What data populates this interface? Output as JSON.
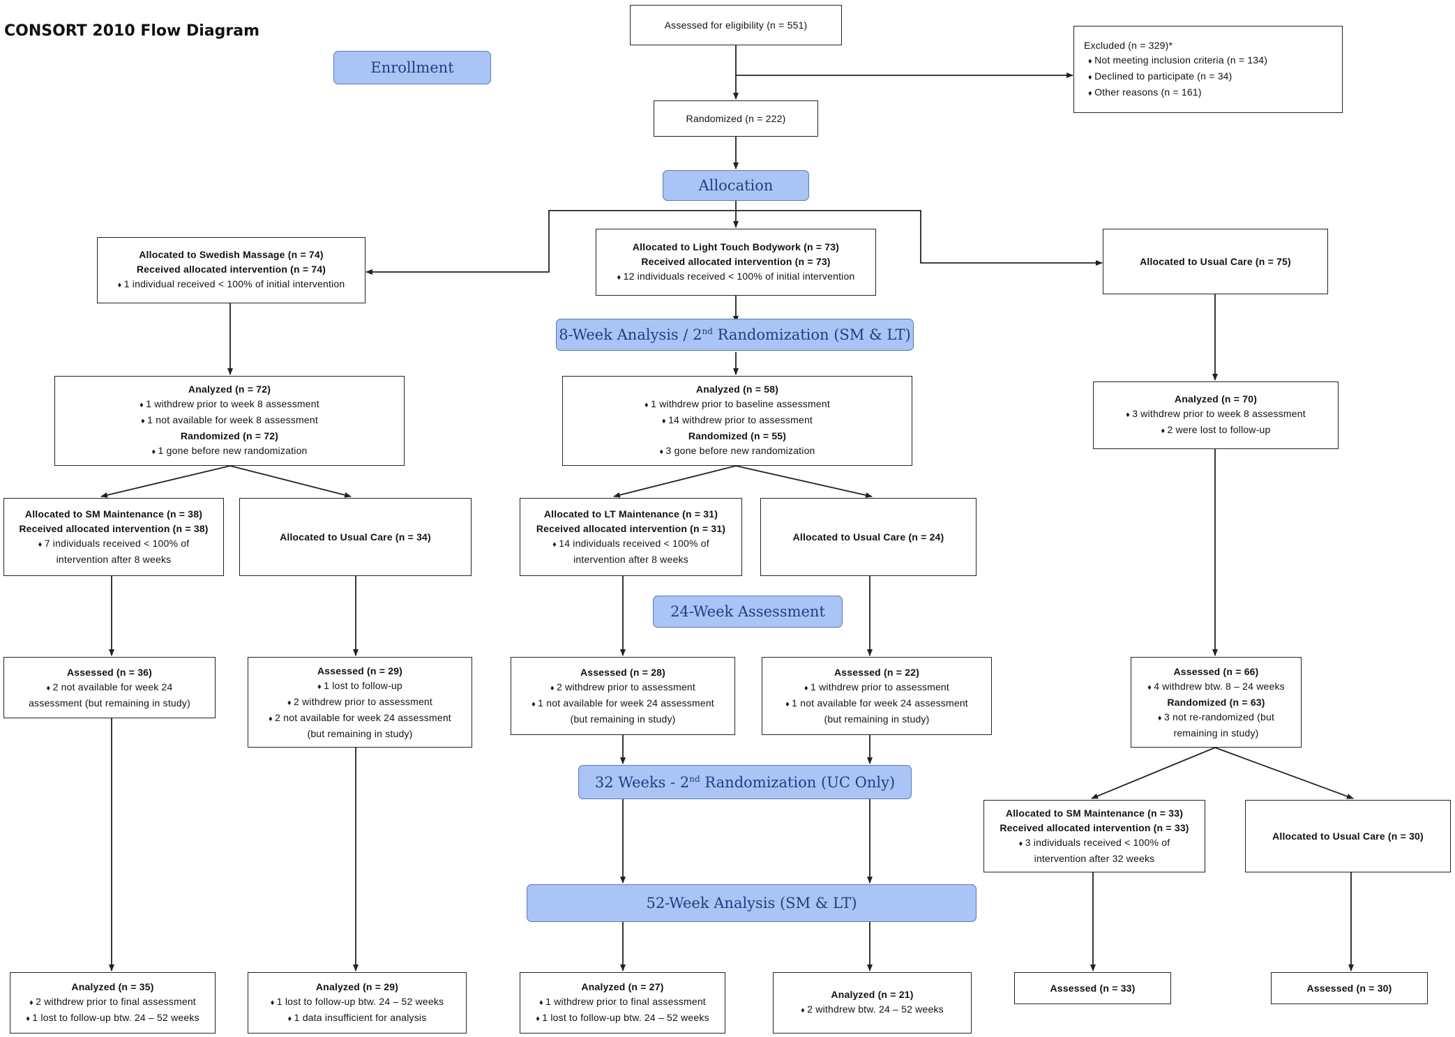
{
  "title": "CONSORT 2010 Flow Diagram",
  "stages": {
    "enrollment": "Enrollment",
    "allocation": "Allocation",
    "week8_pre": "8-Week Analysis / 2",
    "week8_sup": "nd",
    "week8_post": " Randomization (SM & LT)",
    "week24": "24-Week Assessment",
    "week32_pre": "32 Weeks - 2",
    "week32_sup": "nd",
    "week32_post": " Randomization (UC Only)",
    "week52": "52-Week Analysis (SM & LT)"
  },
  "boxes": {
    "assessed": [
      "Assessed for eligibility (n = 551)"
    ],
    "excluded": [
      "Excluded  (n = 329)*",
      "Not meeting inclusion criteria (n = 134)",
      "Declined to participate (n = 34)",
      "Other reasons (n = 161)"
    ],
    "randomized": [
      "Randomized (n = 222)"
    ],
    "alloc_sm": [
      "Allocated to Swedish Massage (n = 74)",
      "Received allocated intervention (n = 74)",
      "1 individual received < 100% of initial intervention"
    ],
    "alloc_lt": [
      "Allocated to Light Touch Bodywork (n = 73)",
      "Received allocated intervention (n = 73)",
      "12 individuals received < 100% of initial intervention"
    ],
    "alloc_uc": [
      "Allocated to Usual Care (n = 75)"
    ],
    "an_sm": [
      "Analyzed (n = 72)",
      "1 withdrew prior to week 8 assessment",
      "1 not available for week 8 assessment",
      "Randomized (n = 72)",
      "1 gone before new randomization"
    ],
    "an_lt": [
      "Analyzed (n = 58)",
      "1 withdrew prior to baseline assessment",
      "14 withdrew prior to assessment",
      "Randomized (n = 55)",
      "3 gone before new randomization"
    ],
    "an_uc": [
      "Analyzed (n = 70)",
      "3 withdrew prior to week 8 assessment",
      "2 were lost to follow-up"
    ],
    "sm_maint": [
      "Allocated to SM Maintenance (n = 38)",
      "Received allocated intervention (n = 38)",
      "7 individuals received < 100% of",
      "intervention after 8 weeks"
    ],
    "sm_uc": [
      "Allocated to Usual Care (n = 34)"
    ],
    "lt_maint": [
      "Allocated to LT Maintenance (n = 31)",
      "Received allocated intervention (n = 31)",
      "14 individuals received < 100% of",
      "intervention after 8 weeks"
    ],
    "lt_uc": [
      "Allocated to Usual Care (n = 24)"
    ],
    "as_sm_maint": [
      "Assessed (n = 36)",
      "2 not available for week 24",
      "assessment (but remaining in study)"
    ],
    "as_sm_uc": [
      "Assessed (n = 29)",
      "1 lost to follow-up",
      "2 withdrew prior to assessment",
      "2 not available for week 24 assessment",
      "(but remaining in study)"
    ],
    "as_lt_maint": [
      "Assessed (n = 28)",
      "2 withdrew prior to assessment",
      "1 not available for week 24 assessment",
      "(but remaining in study)"
    ],
    "as_lt_uc": [
      "Assessed (n = 22)",
      "1 withdrew prior to assessment",
      "1 not available for week 24 assessment",
      "(but remaining in study)"
    ],
    "as_uc": [
      "Assessed (n = 66)",
      "4 withdrew btw. 8 – 24 weeks",
      "Randomized (n = 63)",
      "3 not re-randomized (but",
      "remaining in study)"
    ],
    "uc_sm_maint": [
      "Allocated to SM Maintenance (n = 33)",
      "Received allocated intervention (n = 33)",
      "3 individuals received < 100% of",
      "intervention after 32 weeks"
    ],
    "uc_uc": [
      "Allocated to Usual Care (n = 30)"
    ],
    "fin_sm_maint": [
      "Analyzed (n = 35)",
      "2 withdrew prior to final assessment",
      "1 lost to follow-up btw. 24 – 52 weeks"
    ],
    "fin_sm_uc": [
      "Analyzed (n = 29)",
      "1 lost to follow-up btw. 24 – 52 weeks",
      "1 data insufficient for analysis"
    ],
    "fin_lt_maint": [
      "Analyzed (n = 27)",
      "1 withdrew prior to final assessment",
      "1 lost to follow-up btw. 24 – 52 weeks"
    ],
    "fin_lt_uc": [
      "Analyzed (n = 21)",
      "2 withdrew btw. 24 – 52 weeks"
    ],
    "fin_uc_sm": [
      "Assessed (n = 33)"
    ],
    "fin_uc_uc": [
      "Assessed (n = 30)"
    ]
  }
}
